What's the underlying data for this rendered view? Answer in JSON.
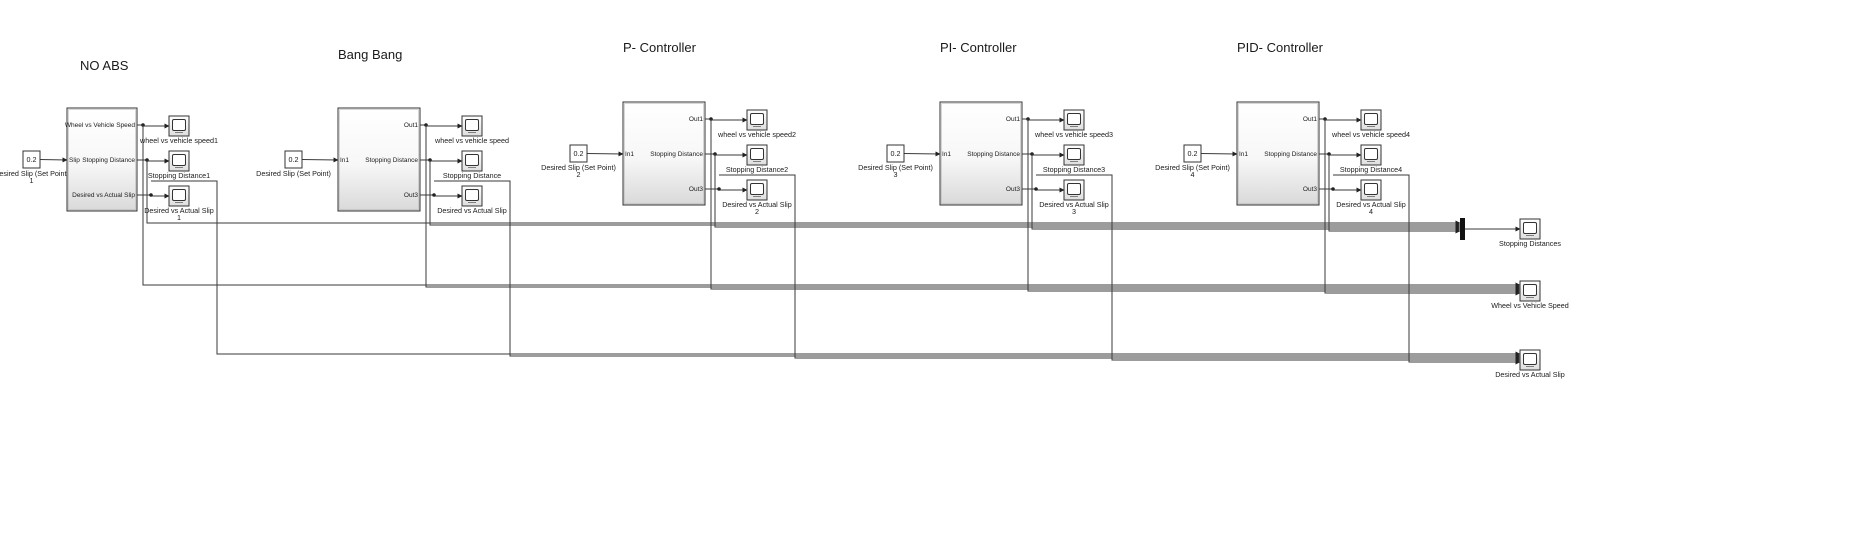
{
  "sections": [
    {
      "title": "NO ABS",
      "constant": "0.2",
      "constant_label_1": "Desired Slip (Set Point)",
      "constant_label_2": "1",
      "inport": "Slip",
      "outports": [
        "Wheel vs Vehicle Speed",
        "Stopping Distance",
        "Desired vs Actual Slip"
      ],
      "scopes": [
        {
          "label_1": "wheel vs vehicle speed1",
          "label_2": ""
        },
        {
          "label_1": "Stopping Distance1",
          "label_2": ""
        },
        {
          "label_1": "Desired vs Actual Slip",
          "label_2": "1"
        }
      ]
    },
    {
      "title": "Bang Bang",
      "constant": "0.2",
      "constant_label_1": "Desired Slip (Set Point)",
      "constant_label_2": "",
      "inport": "In1",
      "outports": [
        "Out1",
        "Stopping Distance",
        "Out3"
      ],
      "scopes": [
        {
          "label_1": "wheel vs vehicle speed",
          "label_2": ""
        },
        {
          "label_1": "Stopping Distance",
          "label_2": ""
        },
        {
          "label_1": "Desired vs Actual Slip",
          "label_2": ""
        }
      ]
    },
    {
      "title": "P- Controller",
      "constant": "0.2",
      "constant_label_1": "Desired Slip (Set Point)",
      "constant_label_2": "2",
      "inport": "In1",
      "outports": [
        "Out1",
        "Stopping Distance",
        "Out3"
      ],
      "scopes": [
        {
          "label_1": "wheel vs vehicle speed2",
          "label_2": ""
        },
        {
          "label_1": "Stopping Distance2",
          "label_2": ""
        },
        {
          "label_1": "Desired vs Actual Slip",
          "label_2": "2"
        }
      ]
    },
    {
      "title": "PI- Controller",
      "constant": "0.2",
      "constant_label_1": "Desired Slip (Set Point)",
      "constant_label_2": "3",
      "inport": "In1",
      "outports": [
        "Out1",
        "Stopping Distance",
        "Out3"
      ],
      "scopes": [
        {
          "label_1": "wheel vs vehicle speed3",
          "label_2": ""
        },
        {
          "label_1": "Stopping Distance3",
          "label_2": ""
        },
        {
          "label_1": "Desired vs Actual Slip",
          "label_2": "3"
        }
      ]
    },
    {
      "title": "PID- Controller",
      "constant": "0.2",
      "constant_label_1": "Desired Slip (Set Point)",
      "constant_label_2": "4",
      "inport": "In1",
      "outports": [
        "Out1",
        "Stopping Distance",
        "Out3"
      ],
      "scopes": [
        {
          "label_1": "wheel vs vehicle speed4",
          "label_2": ""
        },
        {
          "label_1": "Stopping Distance4",
          "label_2": ""
        },
        {
          "label_1": "Desired vs Actual Slip",
          "label_2": "4"
        }
      ]
    }
  ],
  "final_scopes": [
    "Stopping Distances",
    "Wheel vs Vehicle Speed",
    "Desired vs Actual Slip"
  ]
}
